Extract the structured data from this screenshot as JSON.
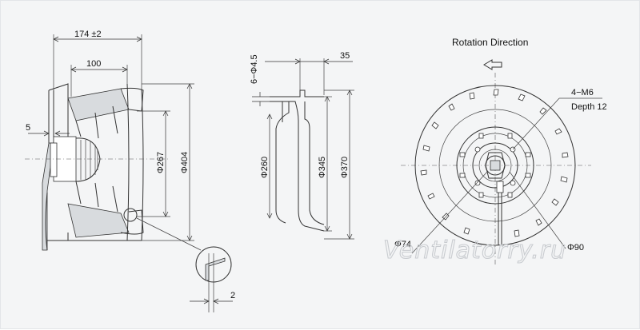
{
  "dimensions": {
    "overall_length": "174 ±2",
    "depth_100": "100",
    "flange_5": "5",
    "dia_267": "Φ267",
    "dia_404": "Φ404",
    "holes": "6−Φ4.5",
    "width_35": "35",
    "dia_260": "Φ260",
    "dia_345": "Φ345",
    "dia_370": "Φ370",
    "gap_2": "2",
    "dia_74": "Φ74",
    "dia_90": "Φ90"
  },
  "front_view": {
    "title": "Rotation  Direction",
    "thread": "4−M6",
    "depth": "Depth 12"
  },
  "watermark": "Ventilatorry.ru"
}
